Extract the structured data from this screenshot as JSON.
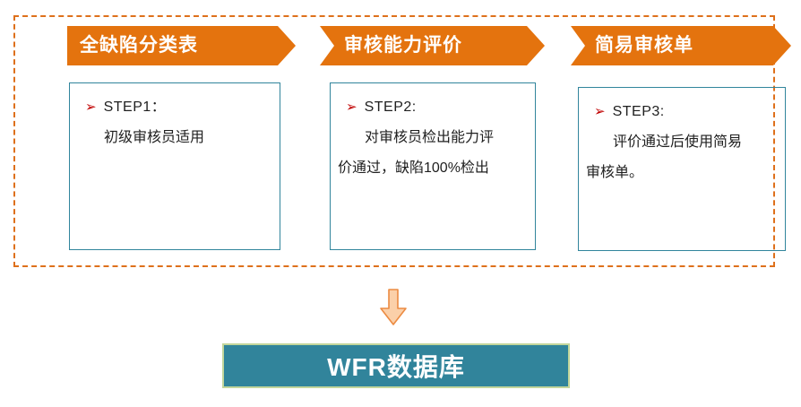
{
  "steps": [
    {
      "header": "全缺陷分类表",
      "bullet": "➢",
      "step_label": "STEP1：",
      "lines": [
        "初级审核员适用"
      ]
    },
    {
      "header": "审核能力评价",
      "bullet": "➢",
      "step_label": "STEP2:",
      "lines": [
        "对审核员检出能力评",
        "价通过，缺陷100%检出"
      ]
    },
    {
      "header": "简易审核单",
      "bullet": "➢",
      "step_label": "STEP3:",
      "lines": [
        "评价通过后使用简易",
        "审核单。"
      ]
    }
  ],
  "database": {
    "label": "WFR数据库"
  },
  "colors": {
    "arrow_orange": "#E4730E",
    "dash_orange": "#DE701B",
    "teal_border": "#31859C",
    "db_fill": "#31849B",
    "db_border": "#C3D69B",
    "bullet_red": "#C00000",
    "down_fill": "#FBD0A9",
    "down_stroke": "#EC8B42"
  }
}
